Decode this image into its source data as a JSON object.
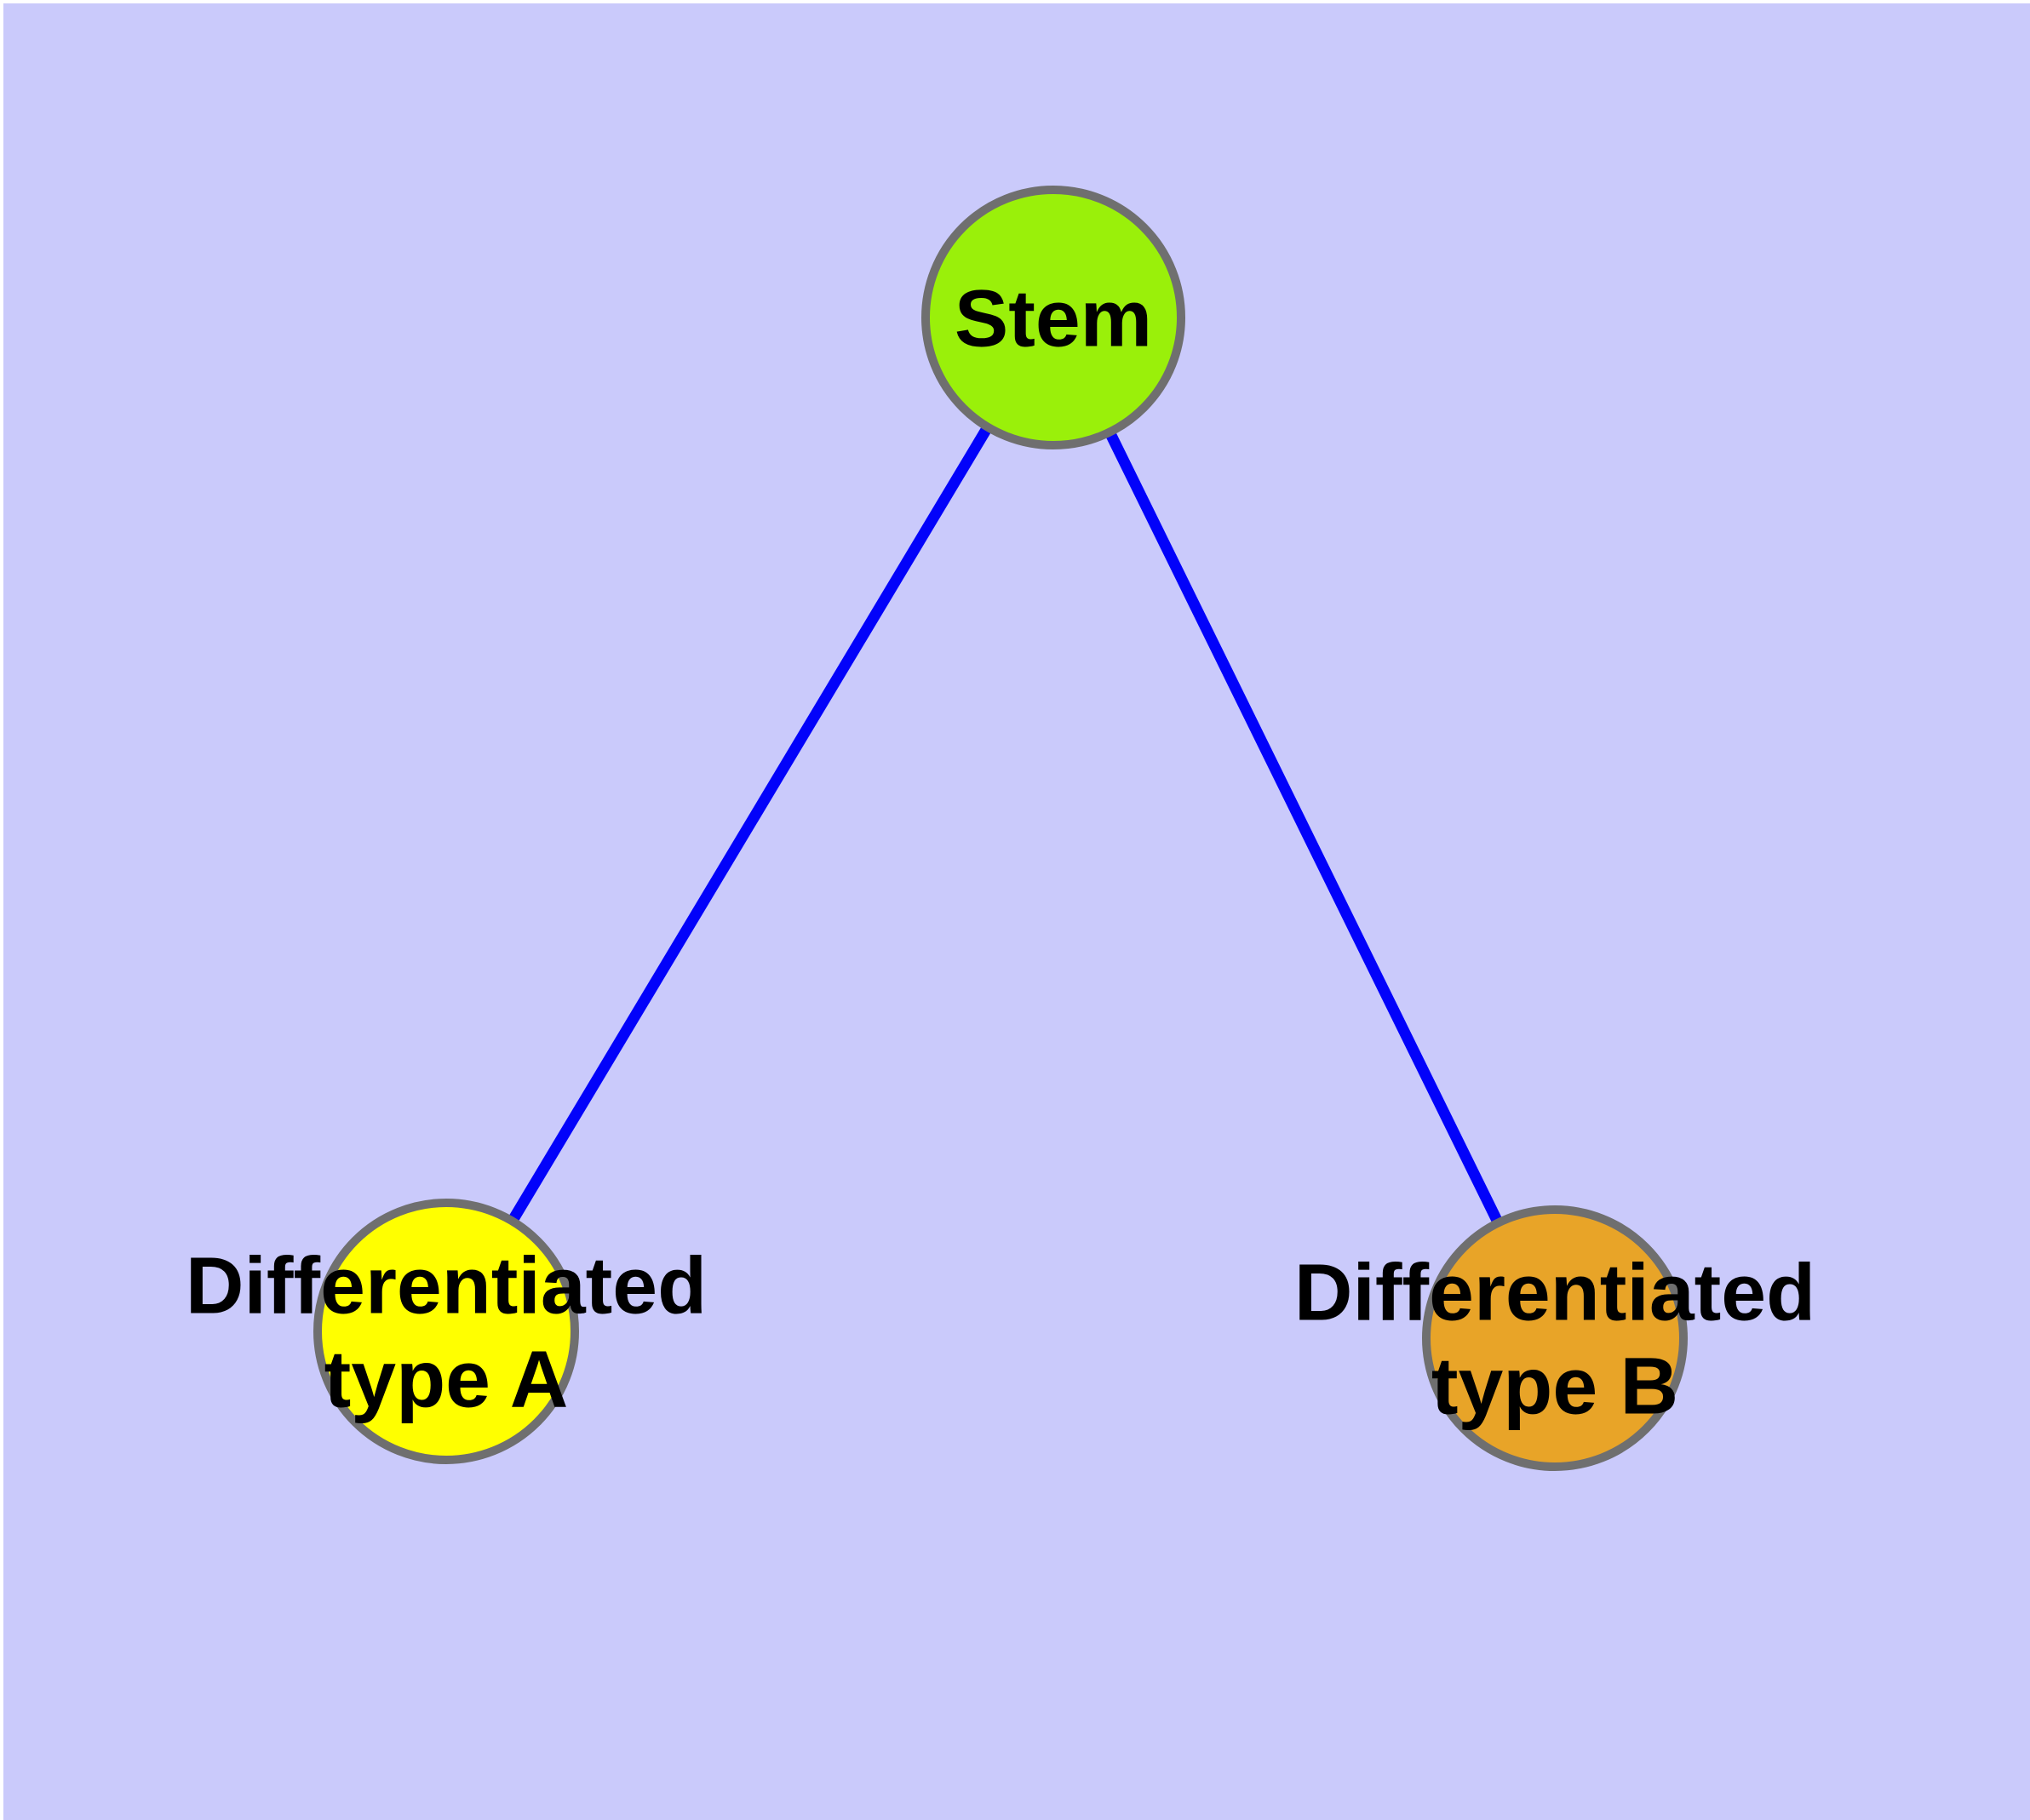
{
  "canvas": {
    "margin_color": "#ffffff",
    "background_color": "#cacafb"
  },
  "styles": {
    "edge_color": "#0202fa",
    "node_border_color": "#6f6f6f",
    "label_color": "#000000"
  },
  "nodes": {
    "stem": {
      "label": "Stem",
      "fill_color": "#9af00a"
    },
    "type_a": {
      "label_line1": "Differentiated",
      "label_line2": "type A",
      "fill_color": "#ffff00"
    },
    "type_b": {
      "label_line1": "Differentiated",
      "label_line2": "type B",
      "fill_color": "#e8a428"
    }
  },
  "edges": [
    {
      "from": "Stem",
      "to": "Differentiated type A"
    },
    {
      "from": "Stem",
      "to": "Differentiated type B"
    }
  ]
}
